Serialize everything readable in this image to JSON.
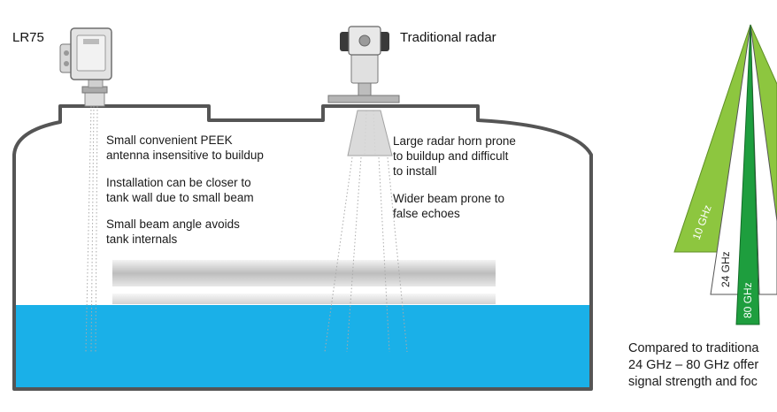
{
  "devices": {
    "lr75_label": "LR75",
    "traditional_label": "Traditional radar"
  },
  "lr75_notes": [
    {
      "line1": "Small convenient PEEK",
      "line2": "antenna insensitive to buildup"
    },
    {
      "line1": "Installation can be closer to",
      "line2": "tank wall due to small beam"
    },
    {
      "line1": "Small beam angle avoids",
      "line2": "tank internals"
    }
  ],
  "traditional_notes": [
    {
      "line1": "Large radar horn prone",
      "line2": "to buildup and difficult",
      "line3": "to install"
    },
    {
      "line1": "Wider beam prone to",
      "line2": "false echoes"
    }
  ],
  "beams": [
    {
      "label": "10 GHz",
      "color": "#8dc63f"
    },
    {
      "label": "24 GHz",
      "color": "#ffffff"
    },
    {
      "label": "80 GHz",
      "color": "#1e9e3e"
    }
  ],
  "caption": {
    "line1": "Compared to traditiona",
    "line2": "24 GHz – 80 GHz offer",
    "line3": "signal strength and foc"
  },
  "colors": {
    "liquid": "#1ab0e8",
    "tank_outline": "#555555",
    "beam_light_green": "#8dc63f",
    "beam_dark_green": "#1e9e3e"
  }
}
